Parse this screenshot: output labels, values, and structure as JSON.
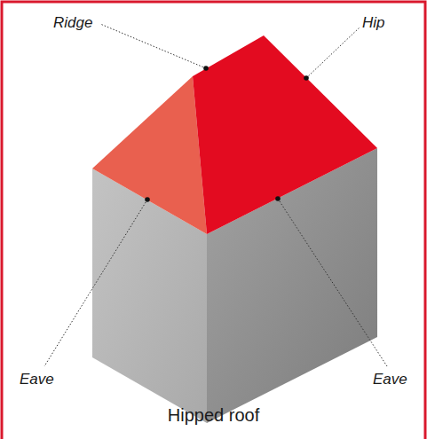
{
  "diagram": {
    "caption": "Hipped roof",
    "labels": [
      "Ridge",
      "Hip",
      "Eave",
      "Eave"
    ]
  }
}
